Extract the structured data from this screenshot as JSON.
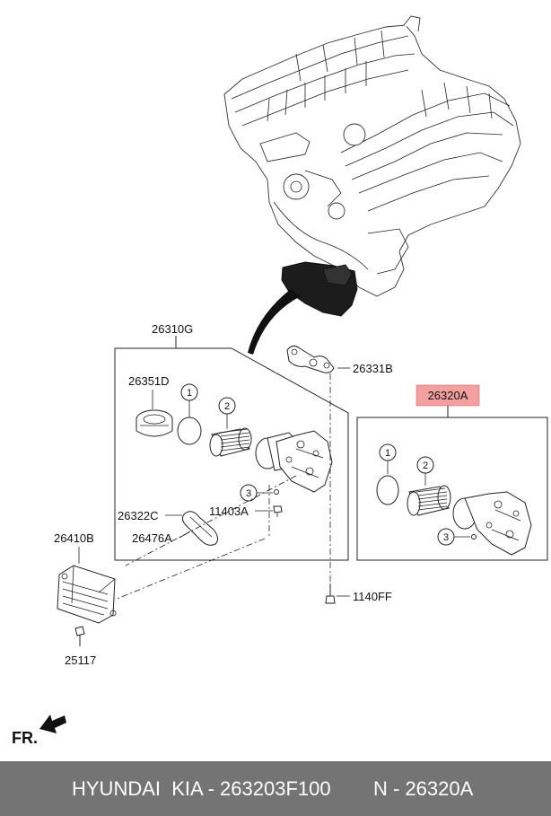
{
  "labels": {
    "oil_cooler_assembly": "26310G",
    "cap": "26351D",
    "gasket_top": "26331B",
    "filter_kit": "26320A",
    "plug": "26322C",
    "bolt_small": "11403A",
    "seal": "26476A",
    "cooler": "26410B",
    "bolt_cooler": "25117",
    "bolt_long": "1140FF"
  },
  "callouts": {
    "c1": "1",
    "c2": "2",
    "c3": "3",
    "kit_c1": "1",
    "kit_c2": "2",
    "kit_c3": "3"
  },
  "direction": "FR.",
  "footer": {
    "brand_line": "HYUNDAI  KIA - 263203F100",
    "part_line": "N - 26320A"
  },
  "colors": {
    "highlight_fill": "#f4a0a0",
    "footer_bg": "#747474"
  }
}
